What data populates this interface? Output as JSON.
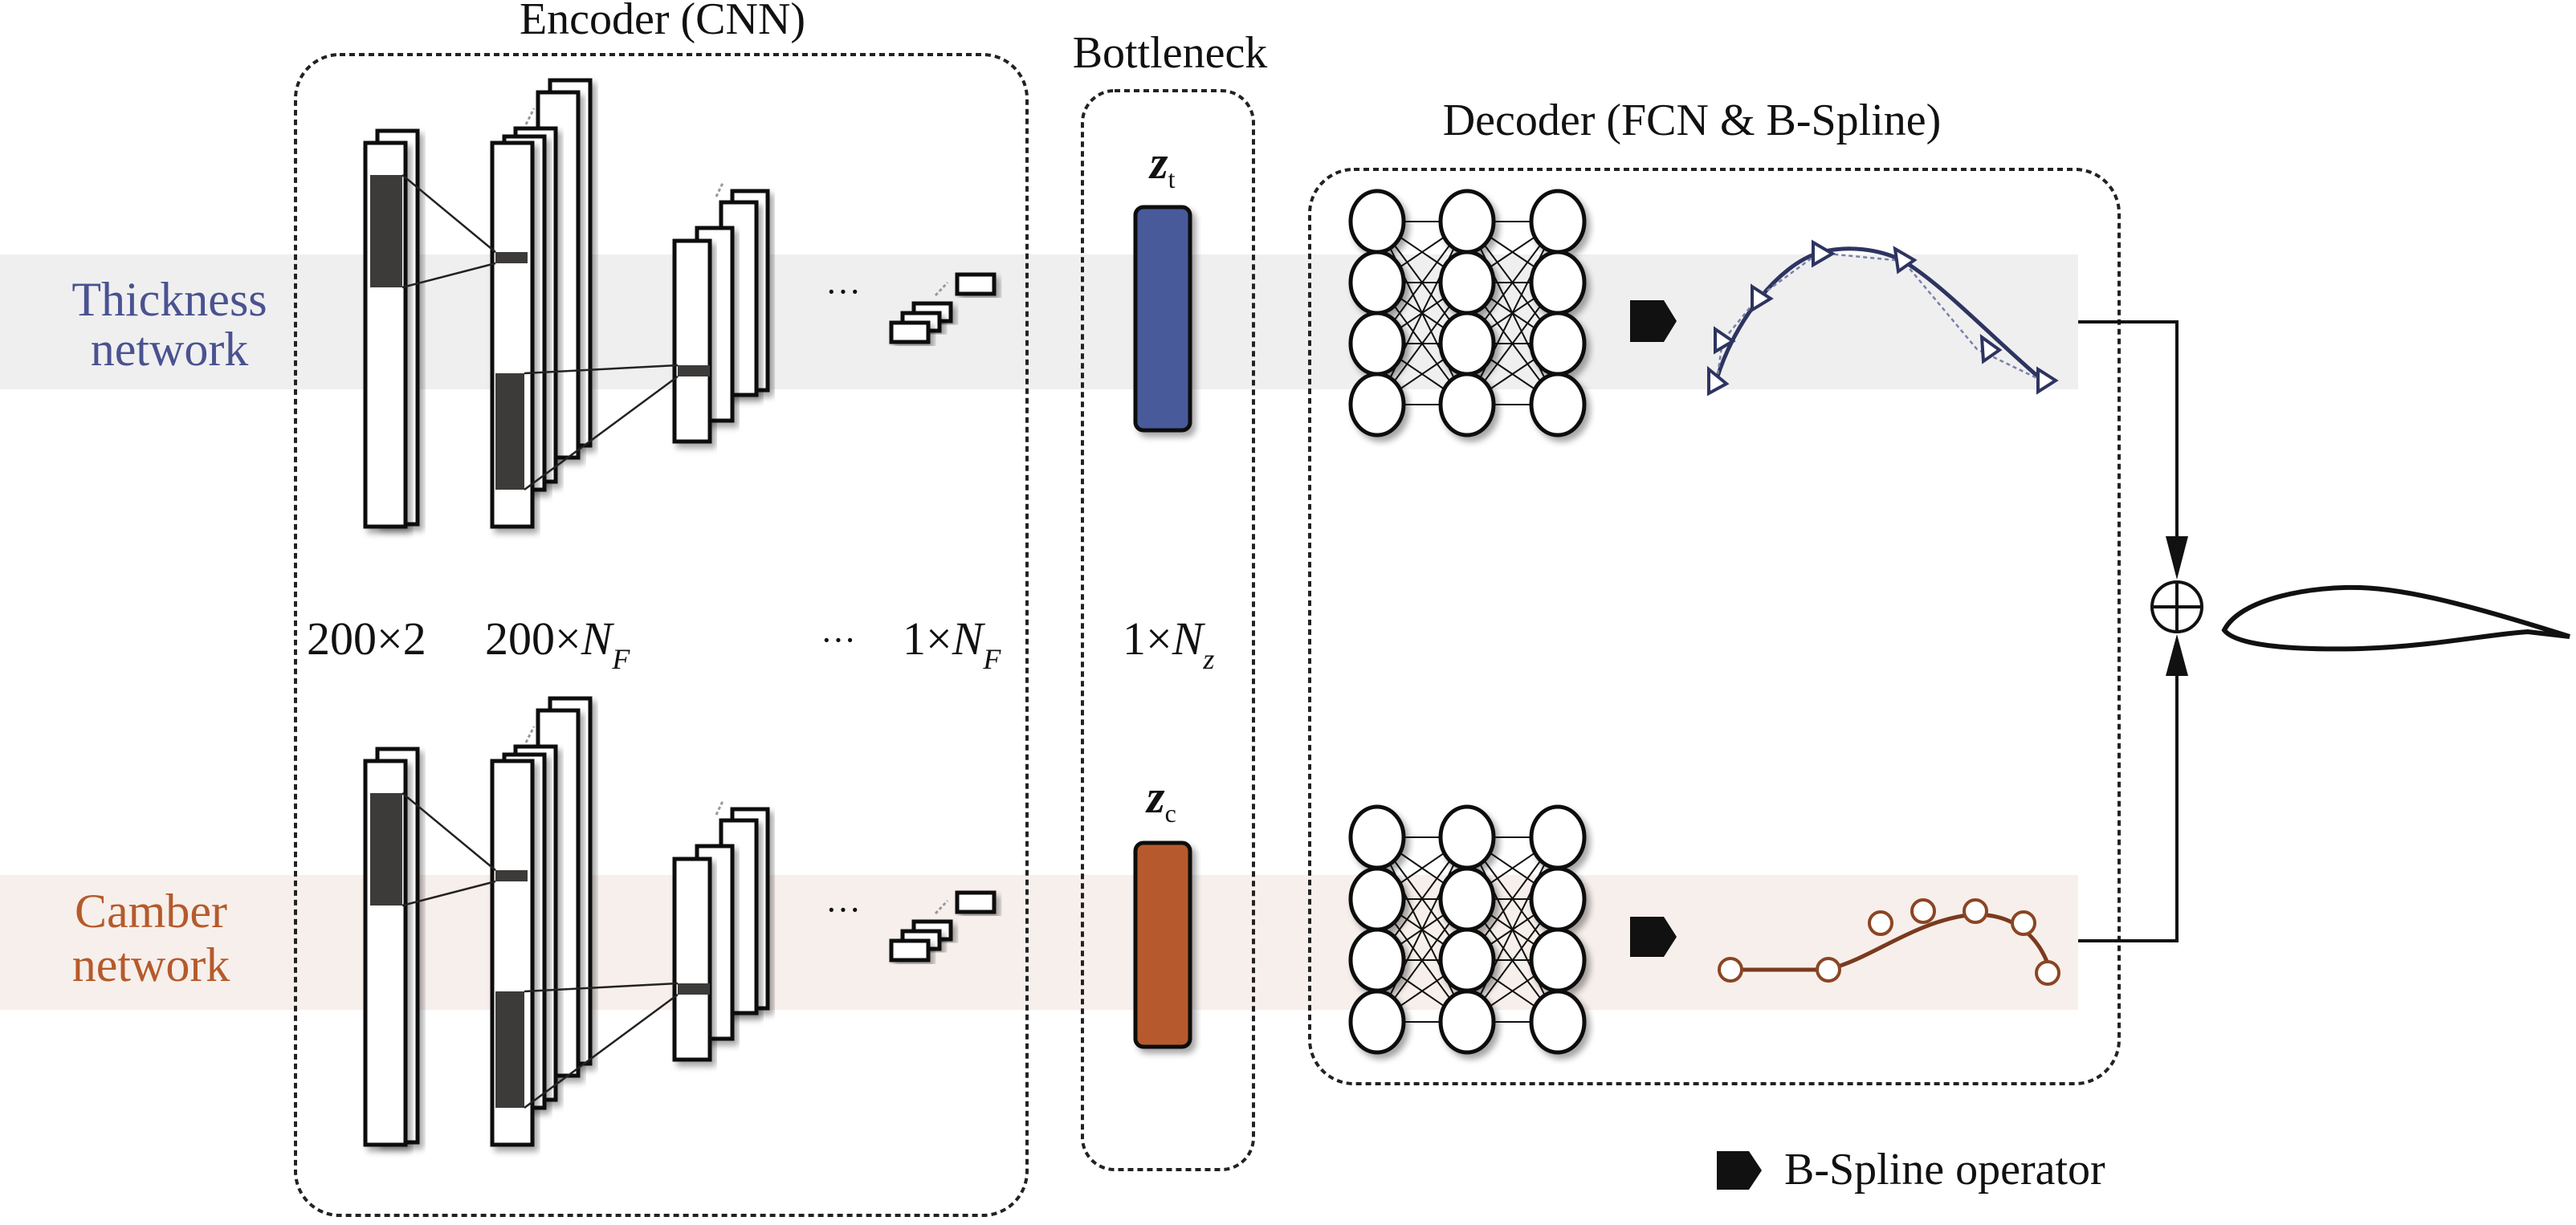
{
  "diagram": {
    "sections": {
      "encoder": "Encoder (CNN)",
      "bottleneck": "Bottleneck",
      "decoder": "Decoder (FCN & B-Spline)"
    },
    "networks": {
      "thickness": {
        "line1": "Thickness",
        "line2": "network",
        "color": "#4a5290",
        "band_color": "#efeff0"
      },
      "camber": {
        "line1": "Camber",
        "line2": "network",
        "color": "#b55a2b",
        "band_color": "#f7efeb"
      }
    },
    "latent": {
      "thickness": {
        "symbol": "z",
        "subscript": "t",
        "color": "#4a5a9a"
      },
      "camber": {
        "symbol": "z",
        "subscript": "c",
        "color": "#b65a2e"
      }
    },
    "dimensions": {
      "input": {
        "base": "200×2"
      },
      "conv1": {
        "base": "200×",
        "var": "N",
        "sub": "F"
      },
      "ellipsis": "···",
      "last": {
        "base": "1×",
        "var": "N",
        "sub": "F"
      },
      "latent": {
        "base": "1×",
        "var": "N",
        "sub": "z"
      }
    },
    "ellipsis": "···",
    "combine_symbol": "⊕",
    "legend": {
      "label": "B-Spline operator",
      "icon": "pentagon-arrow-icon"
    }
  }
}
